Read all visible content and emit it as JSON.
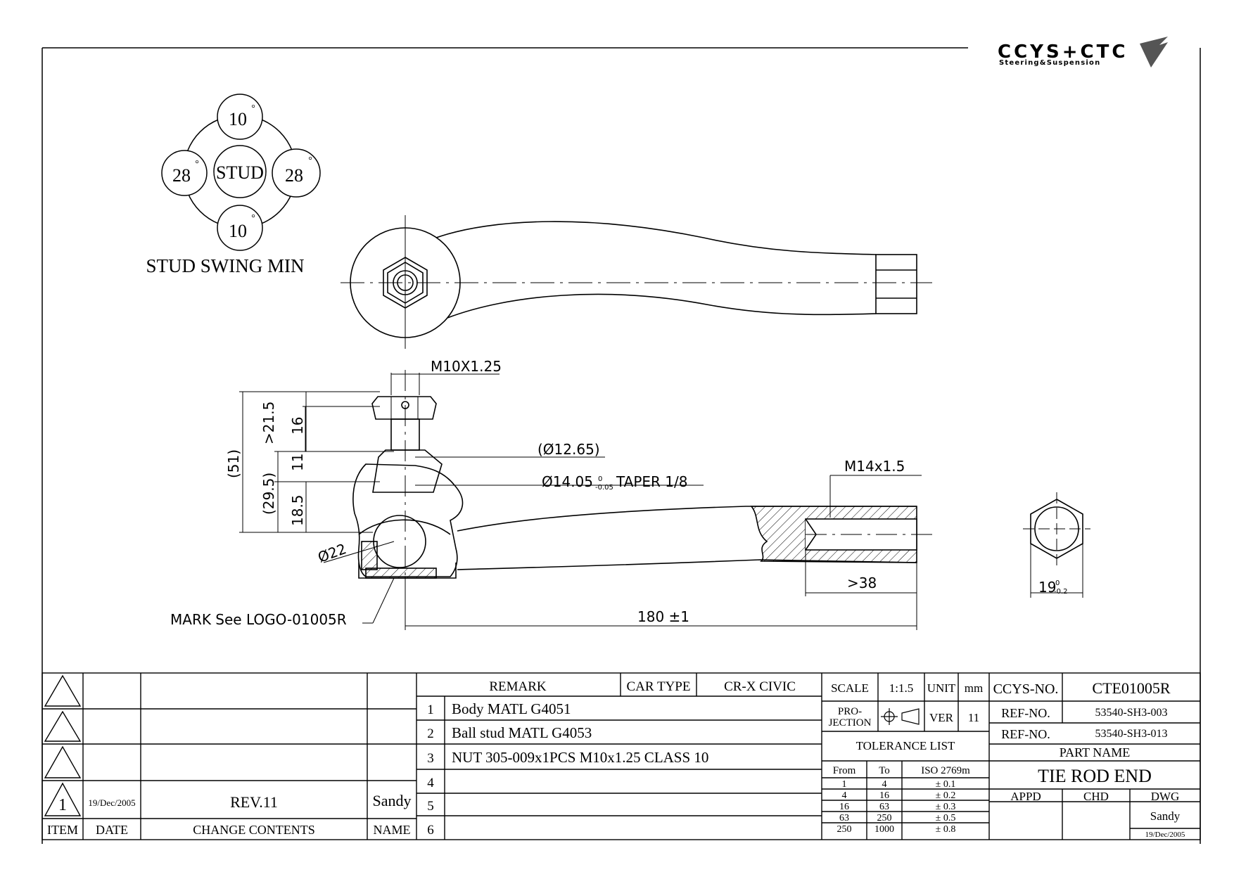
{
  "logo": {
    "brand": "CCYS+CTC",
    "tagline": "Steering&Suspension"
  },
  "stud_swing": {
    "center": "STUD",
    "top": "10",
    "left": "28",
    "right": "28",
    "bottom": "10",
    "degree": "°",
    "caption": "STUD SWING MIN"
  },
  "dimensions": {
    "thread_stud": "M10X1.25",
    "d1265": "(Ø12.65)",
    "taper": "Ø14.05",
    "taper_tol_top": "0",
    "taper_tol_bottom": "-0.05",
    "taper_suffix": "TAPER 1/8",
    "thread_end": "M14x1.5",
    "d22": "Ø22",
    "mark": "MARK See LOGO-01005R",
    "len38": ">38",
    "len180": "180 ±1",
    "h51": "(51)",
    "h295": "(29.5)",
    "h215": ">21.5",
    "h16": "16",
    "h11": "11",
    "h185": "18.5",
    "hex": "19",
    "hex_tol_top": "0",
    "hex_tol_bottom": "-0.2"
  },
  "revision_block": {
    "rows": [
      {
        "item": "",
        "date": "",
        "contents": "",
        "name": ""
      },
      {
        "item": "",
        "date": "",
        "contents": "",
        "name": ""
      },
      {
        "item": "",
        "date": "",
        "contents": "",
        "name": ""
      },
      {
        "item": "1",
        "date": "19/Dec/2005",
        "contents": "REV.11",
        "name": "Sandy"
      }
    ],
    "headers": {
      "item": "ITEM",
      "date": "DATE",
      "contents": "CHANGE CONTENTS",
      "name": "NAME"
    }
  },
  "remarks": {
    "header": "REMARK",
    "car_type_label": "CAR TYPE",
    "car_type": "CR-X CIVIC",
    "items": [
      {
        "no": "1",
        "text": "Body MATL G4051"
      },
      {
        "no": "2",
        "text": "Ball stud MATL G4053"
      },
      {
        "no": "3",
        "text": "NUT 305-009x1PCS M10x1.25 CLASS 10"
      },
      {
        "no": "4",
        "text": ""
      },
      {
        "no": "5",
        "text": ""
      },
      {
        "no": "6",
        "text": ""
      }
    ]
  },
  "info": {
    "scale_label": "SCALE",
    "scale": "1:1.5",
    "unit_label": "UNIT",
    "unit": "mm",
    "projection_label_1": "PRO-",
    "projection_label_2": "JECTION",
    "ver_label": "VER",
    "ver": "11",
    "tolerance_title": "TOLERANCE LIST",
    "tol_headers": {
      "from": "From",
      "to": "To",
      "iso": "ISO 2769m"
    },
    "tolerances": [
      {
        "from": "1",
        "to": "4",
        "tol": "± 0.1"
      },
      {
        "from": "4",
        "to": "16",
        "tol": "± 0.2"
      },
      {
        "from": "16",
        "to": "63",
        "tol": "± 0.3"
      },
      {
        "from": "63",
        "to": "250",
        "tol": "± 0.5"
      },
      {
        "from": "250",
        "to": "1000",
        "tol": "± 0.8"
      }
    ]
  },
  "title_block": {
    "ccys_label": "CCYS-NO.",
    "ccys_no": "CTE01005R",
    "ref_label": "REF-NO.",
    "ref_no_1": "53540-SH3-003",
    "ref_no_2": "53540-SH3-013",
    "part_name_label": "PART NAME",
    "part_name": "TIE ROD END",
    "appd_label": "APPD",
    "chd_label": "CHD",
    "dwg_label": "DWG",
    "appd": "",
    "chd": "",
    "dwg": "Sandy",
    "dwg_date": "19/Dec/2005"
  }
}
